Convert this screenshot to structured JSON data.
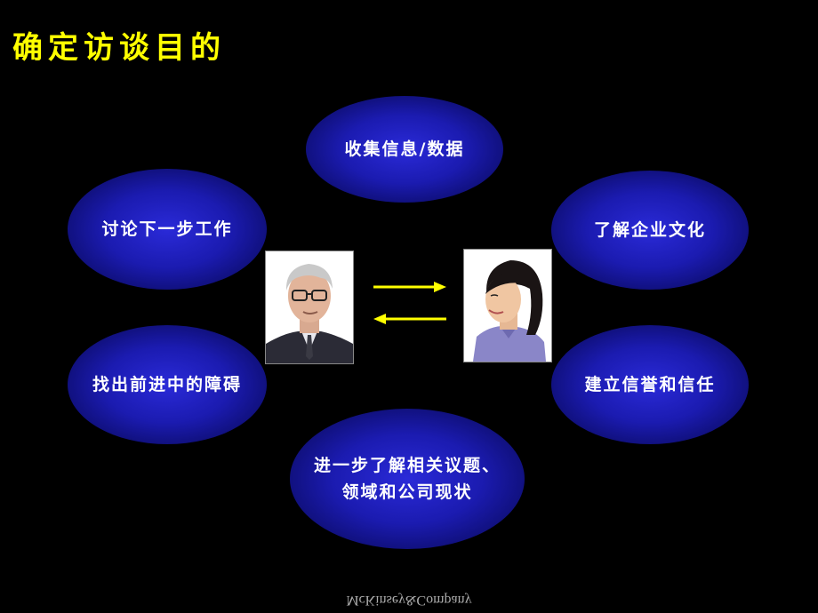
{
  "title": "确定访谈目的",
  "bubbles": {
    "collect": "收集信息/数据",
    "discuss": "讨论下一步工作",
    "culture": "了解企业文化",
    "obstacles": "找出前进中的障碍",
    "trust": "建立信誉和信任",
    "understand": "进一步了解相关议题、\n领域和公司现状"
  },
  "footer": "McKinsey&Company",
  "colors": {
    "title": "#ffff00",
    "arrow": "#ffff00",
    "bubble": "#1b1bb0"
  }
}
